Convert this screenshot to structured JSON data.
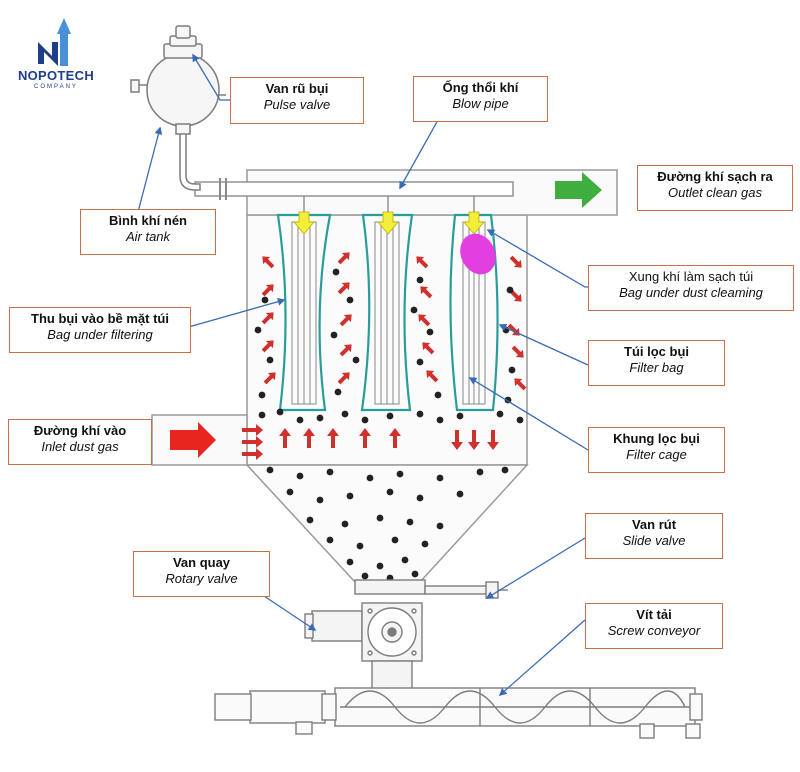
{
  "logo": {
    "name": "NOPOTECH",
    "sub": "COMPANY"
  },
  "labels": {
    "pulse_valve": {
      "vi": "Van rũ bụi",
      "en": "Pulse valve"
    },
    "blow_pipe": {
      "vi": "Ống thổi khí",
      "en": "Blow pipe"
    },
    "outlet_clean_gas": {
      "vi": "Đường khí sạch ra",
      "en": "Outlet clean gas"
    },
    "air_tank": {
      "vi": "Bình khí nén",
      "en": "Air tank"
    },
    "bag_under_cleaning": {
      "vi": "Xung khí làm sạch túi",
      "en": "Bag under dust cleaming"
    },
    "bag_under_filtering": {
      "vi": "Thu bụi vào bề mặt túi",
      "en": "Bag under filtering"
    },
    "filter_bag": {
      "vi": "Túi lọc bụi",
      "en": "Filter bag"
    },
    "inlet_dust_gas": {
      "vi": "Đường khí vào",
      "en": "Inlet dust gas"
    },
    "filter_cage": {
      "vi": "Khung lọc bụi",
      "en": "Filter cage"
    },
    "slide_valve": {
      "vi": "Van rút",
      "en": "Slide valve"
    },
    "rotary_valve": {
      "vi": "Van quay",
      "en": "Rotary valve"
    },
    "screw_conveyor": {
      "vi": "Vít tải",
      "en": "Screw conveyor"
    }
  },
  "colors": {
    "label_border": "#c96f4a",
    "leader_line": "#3a6bb5",
    "bag_outline": "#2a9d9a",
    "dust_arrow": "#d0312d",
    "inlet_arrow": "#e8261f",
    "outlet_arrow": "#3fae3f",
    "pulse_arrow": "#f2ee3a",
    "pulse_cloud": "#e33fe0",
    "logo_blue": "#1f3e8a"
  }
}
